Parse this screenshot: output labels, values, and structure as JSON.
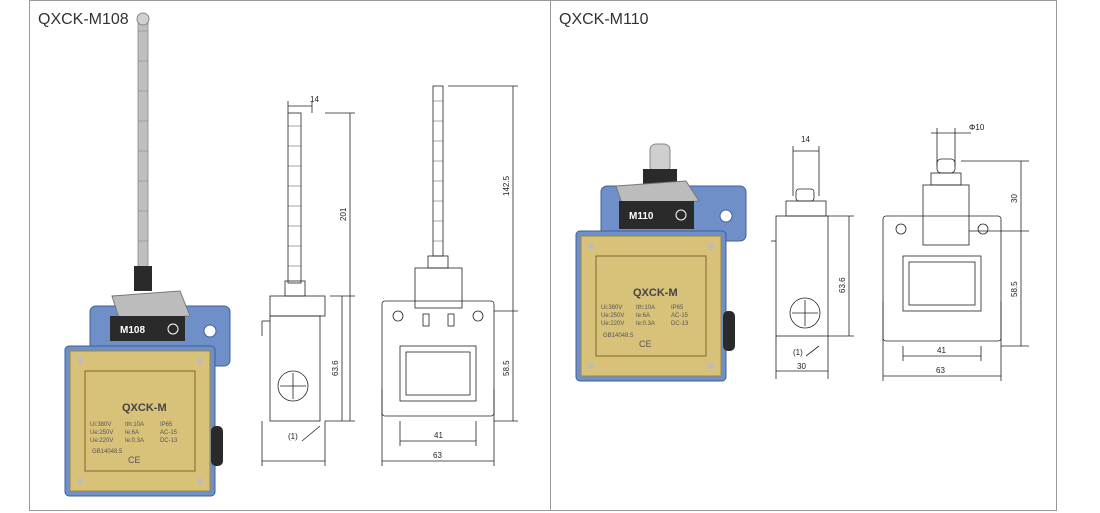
{
  "panels": [
    {
      "title": "QXCK-M108",
      "photo": {
        "head_label": "M108",
        "plate_title": "QXCK-M",
        "plate_specs": [
          "Ui:380V",
          "Ith:10A",
          "IP65",
          "Ue:250V",
          "Ie:6A",
          "AC-15",
          "Ue:220V",
          "Ie:0.3A",
          "DC-13"
        ],
        "plate_std": "GB14048.5",
        "ce_mark": "CE"
      },
      "dims": {
        "side_width": "14",
        "total_height": "201",
        "body_height": "63.6",
        "note": "(1)",
        "rod_height": "142.5",
        "front_body_height": "58.5",
        "inner_width": "41",
        "front_width": "63"
      }
    },
    {
      "title": "QXCK-M110",
      "photo": {
        "head_label": "M110",
        "plate_title": "QXCK-M",
        "plate_specs": [
          "Ui:380V",
          "Ith:10A",
          "IP65",
          "Ue:250V",
          "Ie:6A",
          "AC-15",
          "Ue:220V",
          "Ie:0.3A",
          "DC-13"
        ],
        "plate_std": "GB14048.5",
        "ce_mark": "CE"
      },
      "dims": {
        "side_width": "14",
        "body_height": "63.6",
        "note": "(1)",
        "side_depth": "30",
        "plunger_dia": "Φ10",
        "plunger_height": "30",
        "front_body_height": "58.5",
        "inner_width": "41",
        "front_width": "63"
      }
    }
  ],
  "colors": {
    "housing_blue": "#6f8fc8",
    "plate_gold": "#d8c27a",
    "head_black": "#2a2a2a"
  }
}
